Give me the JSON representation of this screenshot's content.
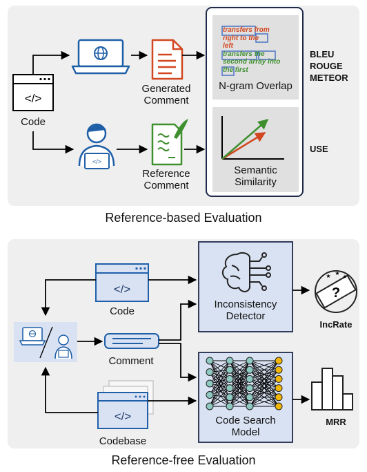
{
  "top": {
    "code_label": "Code",
    "generated_comment": [
      "Generated",
      "Comment"
    ],
    "reference_comment": [
      "Reference",
      "Comment"
    ],
    "ngram_sample": {
      "generated": [
        "transfers  from",
        "right  to  the",
        "left"
      ],
      "reference": [
        "transfers  the",
        "second array into",
        "the  first"
      ]
    },
    "ngram_overlap_label": "N-gram Overlap",
    "semantic_similarity": [
      "Semantic",
      "Similarity"
    ],
    "ngram_metrics": [
      "BLEU",
      "ROUGE",
      "METEOR"
    ],
    "semantic_metric": "USE",
    "caption": "Reference-based Evaluation"
  },
  "bottom": {
    "code_label": "Code",
    "comment_label": "Comment",
    "codebase_label": "Codebase",
    "detector": [
      "Inconsistency",
      "Detector"
    ],
    "search_model": [
      "Code Search",
      "Model"
    ],
    "incrate_label": "IncRate",
    "mrr_label": "MRR",
    "caption": "Reference-free Evaluation"
  },
  "colors": {
    "accent_blue": "#1f5fa8",
    "generated_red": "#d2471f",
    "reference_green": "#3f8f2f",
    "node_teal": "#8ec9c2",
    "node_gold": "#f2b705",
    "panel_gray": "#efefef",
    "box_blue": "#d9e2f3"
  }
}
